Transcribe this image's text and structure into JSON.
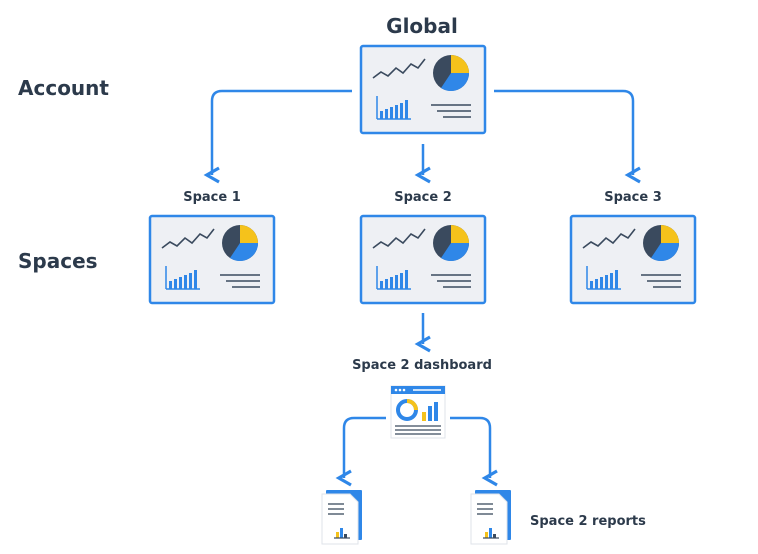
{
  "labels": {
    "global": "Global",
    "account": "Account",
    "spaces": "Spaces",
    "space1": "Space 1",
    "space2": "Space 2",
    "space3": "Space 3",
    "dashboard": "Space 2 dashboard",
    "reports": "Space 2 reports"
  },
  "colors": {
    "blue": "#2f87e8",
    "panel": "#eef0f4",
    "dark": "#3a4a5e",
    "yellow": "#f5c21b",
    "text": "#2c3a4b"
  },
  "icons": {
    "card": "dashboard-card-icon",
    "dashboard": "dashboard-window-icon",
    "report": "report-document-icon"
  }
}
